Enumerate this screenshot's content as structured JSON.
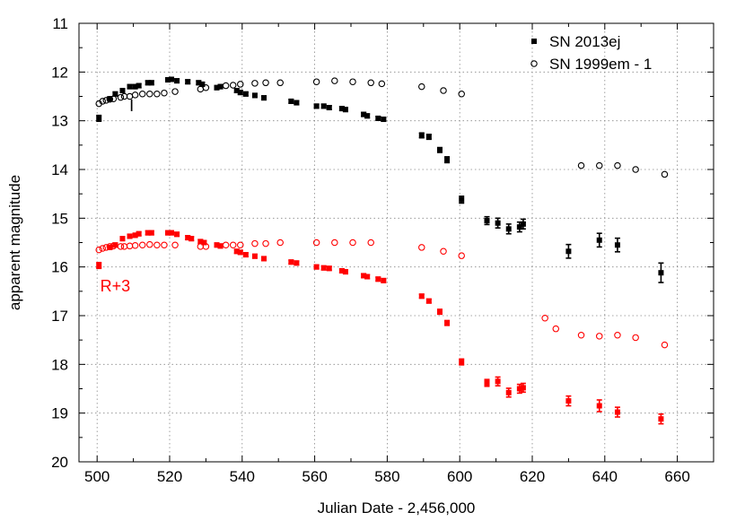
{
  "chart_data": {
    "type": "scatter",
    "xlabel": "Julian Date - 2,456,000",
    "ylabel": "apparent magnitude",
    "xlim": [
      495,
      670
    ],
    "ylim": [
      11,
      20
    ],
    "y_inverted": true,
    "grid": true,
    "legend_position": "top-right",
    "xticks": [
      500,
      520,
      540,
      560,
      580,
      600,
      620,
      640,
      660
    ],
    "yticks": [
      11,
      12,
      13,
      14,
      15,
      16,
      17,
      18,
      19,
      20
    ],
    "annotations": [
      {
        "text": "I",
        "x": 509.5,
        "y": 12.8,
        "color": "#000000"
      },
      {
        "text": "R+3",
        "x": 505,
        "y": 16.5,
        "color": "#ff0000"
      }
    ],
    "series": [
      {
        "name": "SN 2013ej",
        "marker": "filled-square-errorbar",
        "color": "#000000",
        "legend": true,
        "points": [
          [
            500.5,
            12.95,
            0.06
          ],
          [
            503.5,
            12.55,
            0.04
          ],
          [
            505.0,
            12.45,
            0.04
          ],
          [
            507.0,
            12.38,
            0.04
          ],
          [
            509.0,
            12.3,
            0.04
          ],
          [
            510.5,
            12.3,
            0.04
          ],
          [
            511.5,
            12.28,
            0.04
          ],
          [
            514.0,
            12.22,
            0.04
          ],
          [
            515.0,
            12.22,
            0.04
          ],
          [
            519.5,
            12.16,
            0.04
          ],
          [
            520.5,
            12.15,
            0.04
          ],
          [
            522.0,
            12.18,
            0.04
          ],
          [
            525.0,
            12.2,
            0.04
          ],
          [
            528.0,
            12.22,
            0.04
          ],
          [
            529.0,
            12.25,
            0.04
          ],
          [
            533.0,
            12.32,
            0.04
          ],
          [
            534.0,
            12.3,
            0.04
          ],
          [
            538.5,
            12.38,
            0.04
          ],
          [
            539.5,
            12.42,
            0.04
          ],
          [
            541.0,
            12.45,
            0.04
          ],
          [
            543.5,
            12.48,
            0.04
          ],
          [
            546.0,
            12.53,
            0.04
          ],
          [
            553.5,
            12.6,
            0.04
          ],
          [
            555.0,
            12.63,
            0.04
          ],
          [
            560.5,
            12.7,
            0.04
          ],
          [
            562.5,
            12.7,
            0.04
          ],
          [
            564.0,
            12.73,
            0.04
          ],
          [
            567.5,
            12.75,
            0.04
          ],
          [
            568.5,
            12.77,
            0.04
          ],
          [
            573.5,
            12.87,
            0.04
          ],
          [
            574.5,
            12.9,
            0.04
          ],
          [
            577.5,
            12.95,
            0.04
          ],
          [
            579.0,
            12.97,
            0.04
          ],
          [
            589.5,
            13.3,
            0.05
          ],
          [
            591.5,
            13.33,
            0.05
          ],
          [
            594.5,
            13.6,
            0.05
          ],
          [
            596.5,
            13.8,
            0.06
          ],
          [
            600.5,
            14.62,
            0.07
          ],
          [
            607.5,
            15.05,
            0.08
          ],
          [
            610.5,
            15.1,
            0.1
          ],
          [
            613.5,
            15.22,
            0.1
          ],
          [
            616.5,
            15.18,
            0.1
          ],
          [
            617.5,
            15.12,
            0.1
          ],
          [
            630.0,
            15.68,
            0.14
          ],
          [
            638.5,
            15.45,
            0.14
          ],
          [
            643.5,
            15.55,
            0.14
          ],
          [
            655.5,
            16.12,
            0.2
          ]
        ]
      },
      {
        "name": "SN 1999em - 1",
        "marker": "open-circle",
        "color": "#000000",
        "legend": true,
        "points": [
          [
            500.5,
            12.65
          ],
          [
            501.5,
            12.6
          ],
          [
            502.5,
            12.58
          ],
          [
            503.5,
            12.56
          ],
          [
            504.5,
            12.55
          ],
          [
            506.5,
            12.52
          ],
          [
            507.5,
            12.5
          ],
          [
            509.0,
            12.5
          ],
          [
            510.5,
            12.47
          ],
          [
            512.5,
            12.45
          ],
          [
            514.5,
            12.45
          ],
          [
            516.5,
            12.45
          ],
          [
            518.5,
            12.43
          ],
          [
            521.5,
            12.4
          ],
          [
            528.5,
            12.35
          ],
          [
            530.0,
            12.32
          ],
          [
            535.5,
            12.28
          ],
          [
            537.5,
            12.27
          ],
          [
            539.5,
            12.25
          ],
          [
            543.5,
            12.23
          ],
          [
            546.5,
            12.22
          ],
          [
            550.5,
            12.22
          ],
          [
            560.5,
            12.2
          ],
          [
            565.5,
            12.18
          ],
          [
            570.5,
            12.2
          ],
          [
            575.5,
            12.22
          ],
          [
            578.5,
            12.24
          ],
          [
            589.5,
            12.3
          ],
          [
            595.5,
            12.38
          ],
          [
            600.5,
            12.45
          ],
          [
            633.5,
            13.92
          ],
          [
            638.5,
            13.92
          ],
          [
            643.5,
            13.92
          ],
          [
            648.5,
            14.0
          ],
          [
            656.5,
            14.1
          ]
        ]
      },
      {
        "name": "R+3 SN 2013ej",
        "marker": "filled-square-errorbar",
        "color": "#ff0000",
        "legend": false,
        "points": [
          [
            500.5,
            15.97,
            0.06
          ],
          [
            503.5,
            15.6,
            0.04
          ],
          [
            505.0,
            15.55,
            0.04
          ],
          [
            507.0,
            15.42,
            0.04
          ],
          [
            509.0,
            15.37,
            0.04
          ],
          [
            510.5,
            15.35,
            0.04
          ],
          [
            511.5,
            15.32,
            0.04
          ],
          [
            514.0,
            15.3,
            0.04
          ],
          [
            515.0,
            15.3,
            0.04
          ],
          [
            519.5,
            15.3,
            0.04
          ],
          [
            520.5,
            15.3,
            0.04
          ],
          [
            522.0,
            15.33,
            0.04
          ],
          [
            525.0,
            15.4,
            0.04
          ],
          [
            526.0,
            15.42,
            0.04
          ],
          [
            528.5,
            15.48,
            0.04
          ],
          [
            529.5,
            15.5,
            0.04
          ],
          [
            533.0,
            15.55,
            0.04
          ],
          [
            534.0,
            15.57,
            0.04
          ],
          [
            538.5,
            15.68,
            0.04
          ],
          [
            539.5,
            15.7,
            0.04
          ],
          [
            541.0,
            15.75,
            0.04
          ],
          [
            543.5,
            15.78,
            0.04
          ],
          [
            546.0,
            15.83,
            0.04
          ],
          [
            553.5,
            15.9,
            0.04
          ],
          [
            555.0,
            15.92,
            0.04
          ],
          [
            560.5,
            16.0,
            0.04
          ],
          [
            562.5,
            16.02,
            0.04
          ],
          [
            564.0,
            16.03,
            0.04
          ],
          [
            567.5,
            16.08,
            0.04
          ],
          [
            568.5,
            16.1,
            0.04
          ],
          [
            573.5,
            16.18,
            0.04
          ],
          [
            574.5,
            16.2,
            0.04
          ],
          [
            577.5,
            16.25,
            0.04
          ],
          [
            579.0,
            16.28,
            0.04
          ],
          [
            589.5,
            16.6,
            0.04
          ],
          [
            591.5,
            16.7,
            0.04
          ],
          [
            594.5,
            16.92,
            0.05
          ],
          [
            596.5,
            17.15,
            0.05
          ],
          [
            600.5,
            17.95,
            0.06
          ],
          [
            607.5,
            18.38,
            0.07
          ],
          [
            610.5,
            18.35,
            0.09
          ],
          [
            613.5,
            18.58,
            0.09
          ],
          [
            616.5,
            18.5,
            0.09
          ],
          [
            617.5,
            18.48,
            0.09
          ],
          [
            630.0,
            18.75,
            0.1
          ],
          [
            638.5,
            18.85,
            0.12
          ],
          [
            643.5,
            18.98,
            0.1
          ],
          [
            655.5,
            19.12,
            0.1
          ]
        ]
      },
      {
        "name": "R+3 SN 1999em - 1",
        "marker": "open-circle",
        "color": "#ff0000",
        "legend": false,
        "points": [
          [
            500.5,
            15.65
          ],
          [
            501.5,
            15.62
          ],
          [
            502.5,
            15.6
          ],
          [
            503.5,
            15.58
          ],
          [
            504.5,
            15.57
          ],
          [
            506.5,
            15.58
          ],
          [
            507.5,
            15.58
          ],
          [
            509.0,
            15.57
          ],
          [
            510.5,
            15.56
          ],
          [
            512.5,
            15.55
          ],
          [
            514.5,
            15.54
          ],
          [
            516.5,
            15.55
          ],
          [
            518.5,
            15.55
          ],
          [
            521.5,
            15.55
          ],
          [
            528.5,
            15.58
          ],
          [
            530.0,
            15.58
          ],
          [
            535.5,
            15.55
          ],
          [
            537.5,
            15.55
          ],
          [
            539.5,
            15.55
          ],
          [
            543.5,
            15.52
          ],
          [
            546.5,
            15.52
          ],
          [
            550.5,
            15.5
          ],
          [
            560.5,
            15.5
          ],
          [
            565.5,
            15.5
          ],
          [
            570.5,
            15.5
          ],
          [
            575.5,
            15.5
          ],
          [
            589.5,
            15.6
          ],
          [
            595.5,
            15.68
          ],
          [
            600.5,
            15.77
          ],
          [
            623.5,
            17.05
          ],
          [
            626.5,
            17.27
          ],
          [
            633.5,
            17.4
          ],
          [
            638.5,
            17.42
          ],
          [
            643.5,
            17.4
          ],
          [
            648.5,
            17.45
          ],
          [
            656.5,
            17.6
          ]
        ]
      }
    ]
  }
}
